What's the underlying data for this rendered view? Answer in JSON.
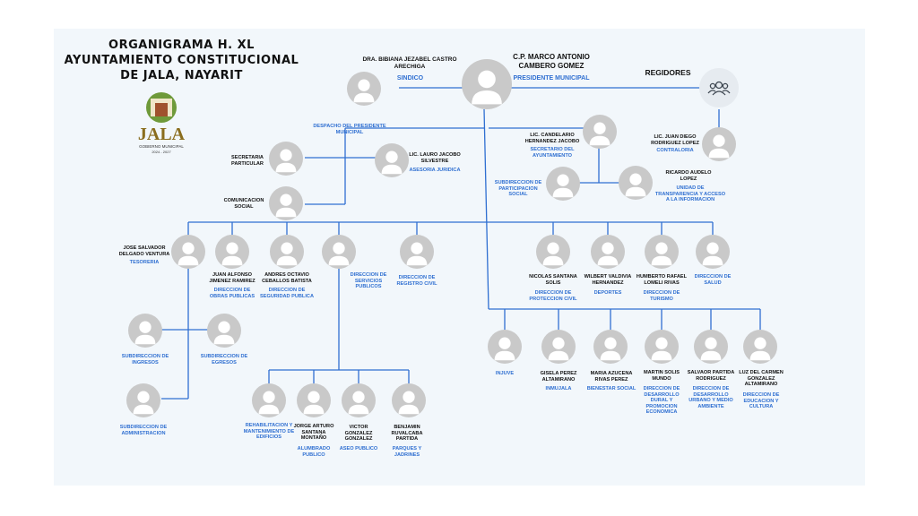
{
  "title": [
    "ORGANIGRAMA H. XL",
    "AYUNTAMIENTO CONSTITUCIONAL",
    "DE JALA, NAYARIT"
  ],
  "logo": {
    "name": "JALA",
    "subtitle": "GOBIERNO MUNICIPAL",
    "period": "2024 - 2027"
  },
  "colors": {
    "line": "#2f6fd1",
    "role": "#2f6fd1",
    "panel": "#f2f7fb"
  },
  "presidente": {
    "name": "C.P. MARCO ANTONIO CAMBERO GOMEZ",
    "role": "PRESIDENTE MUNICIPAL"
  },
  "sindico": {
    "name": "DRA. BIBIANA JEZABEL CASTRO ARECHIGA",
    "role": "SINDICO"
  },
  "regidores": {
    "label": "REGIDORES",
    "icon": "group-icon"
  },
  "despacho": "DESPACHO DEL PRESIDENTE MUNICIPAL",
  "people": {
    "secretaria_particular": {
      "name": "SECRETARIA PARTICULAR",
      "role": ""
    },
    "comunicacion_social": {
      "name": "COMUNICACION SOCIAL",
      "role": ""
    },
    "asesoria": {
      "name": "LIC. LAURO JACOBO SILVESTRE",
      "role": "ASESORIA JURIDICA"
    },
    "secretario": {
      "name": "LIC. CANDELARIO HERNANDEZ JACOBO",
      "role": "SECRETARIO DEL AYUNTAMIENTO"
    },
    "contraloria": {
      "name": "LIC. JUAN DIEGO RODRIGUEZ LOPEZ",
      "role": "CONTRALORIA"
    },
    "part_social": {
      "name": "",
      "role": "SUBDIRECCION DE PARTICIPACION SOCIAL"
    },
    "transparencia": {
      "name": "RICARDO AUDELO LOPEZ",
      "role": "UNIDAD DE TRANSPARENCIA Y ACCESO A LA INFORMACION"
    },
    "tesoreria": {
      "name": "JOSE SALVADOR DELGADO VENTURA",
      "role": "TESORERIA"
    },
    "obras": {
      "name": "JUAN ALFONSO JIMENEZ RAMIREZ",
      "role": "DIRECCION DE OBRAS PUBLICAS"
    },
    "seguridad": {
      "name": "ANDRES OCTAVIO CEBALLOS BATISTA",
      "role": "DIRECCION DE SEGURIDAD PUBLICA"
    },
    "servicios": {
      "name": "",
      "role": "DIRECCION DE SERVICIOS PUBLICOS"
    },
    "registro": {
      "name": "",
      "role": "DIRECCION DE REGISTRO CIVIL"
    },
    "proteccion": {
      "name": "NICOLAS SANTANA SOLIS",
      "role": "DIRECCION DE PROTECCION CIVIL"
    },
    "deportes": {
      "name": "WILBERT VALDIVIA HERNANDEZ",
      "role": "DEPORTES"
    },
    "turismo": {
      "name": "HUMBERTO RAFAEL LOMELI RIVAS",
      "role": "DIRECCION DE TURISMO"
    },
    "salud": {
      "name": "",
      "role": "DIRECCION DE SALUD"
    },
    "ingresos": {
      "name": "",
      "role": "SUBDIRECCION DE INGRESOS"
    },
    "egresos": {
      "name": "",
      "role": "SUBDIRECCION DE EGRESOS"
    },
    "administracion": {
      "name": "",
      "role": "SUBDIRECCION DE ADMINISTRACION"
    },
    "rehabilitacion": {
      "name": "",
      "role": "REHABILITACION Y MANTENIMIENTO DE EDIFICIOS"
    },
    "alumbrado": {
      "name": "JORGE ARTURO SANTANA MONTAÑO",
      "role": "ALUMBRADO PUBLICO"
    },
    "aseo": {
      "name": "VICTOR GONZALEZ GONZALEZ",
      "role": "ASEO PUBLICO"
    },
    "parques": {
      "name": "BENJAMIN RUVALCABA PARTIDA",
      "role": "PARQUES Y JADRINES"
    },
    "injuve": {
      "name": "",
      "role": "INJUVE"
    },
    "inmujala": {
      "name": "GISELA PEREZ ALTAMIRANO",
      "role": "INMUJALA"
    },
    "bienestar": {
      "name": "MARIA AZUCENA RIVAS PEREZ",
      "role": "BIENESTAR SOCIAL"
    },
    "desarrollo_rural": {
      "name": "MARTIN SOLIS MUNDO",
      "role": "DIRECCION DE DESARROLLO DURAL Y PROMOCION ECONOMICA"
    },
    "desarrollo_urbano": {
      "name": "SALVAOR PARTIDA RODRIGUEZ",
      "role": "DIRECCION DE DESARROLLO URBANO Y MEDIO AMBIENTE"
    },
    "educacion": {
      "name": "LUZ DEL CARMEN GONZALEZ ALTAMIRANO",
      "role": "DIRECCION DE EDUCACION Y CULTURA"
    }
  }
}
